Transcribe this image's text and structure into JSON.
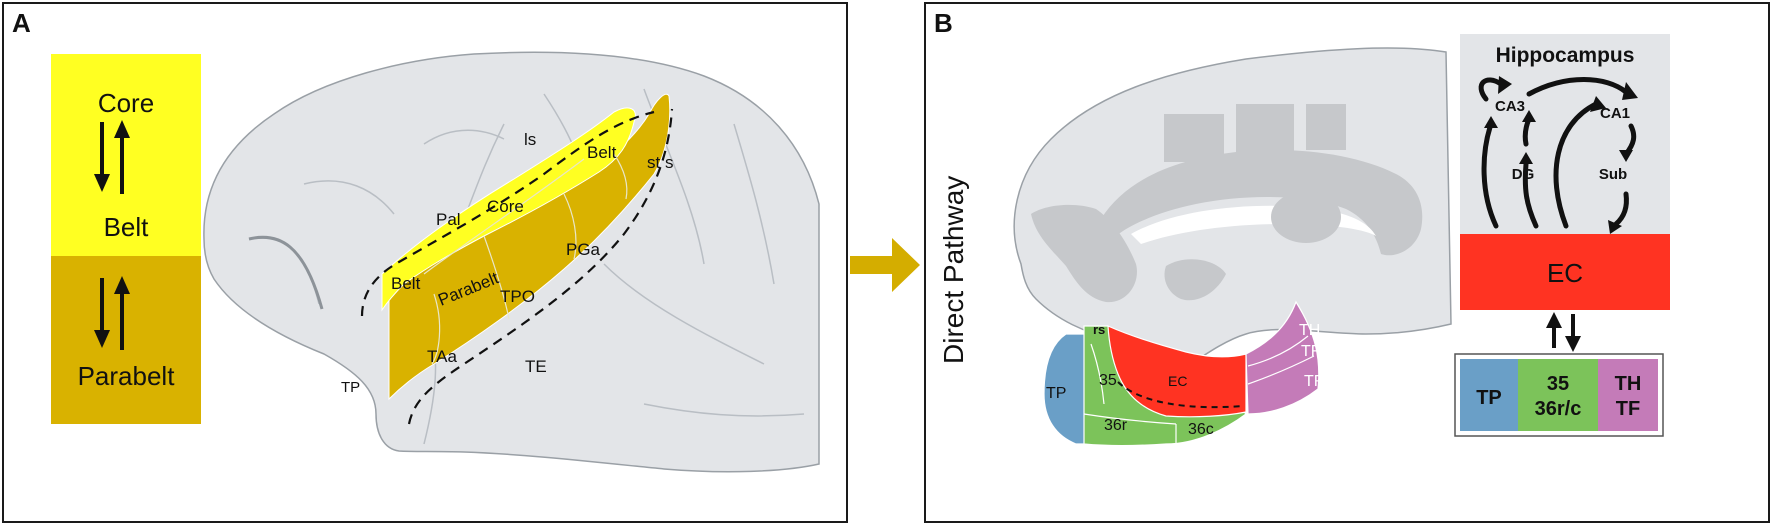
{
  "panels": {
    "a": {
      "letter": "A",
      "hierarchy": [
        "Core",
        "Belt",
        "Parabelt"
      ],
      "labels": {
        "ls": "ls",
        "belt_top": "Belt",
        "sts": "st s",
        "pal": "Pal",
        "core": "Core",
        "pga": "PGa",
        "belt_left": "Belt",
        "parabelt": "Parabelt",
        "tpo": "TPO",
        "taa": "TAa",
        "tp": "TP",
        "te": "TE"
      }
    },
    "b": {
      "letter": "B",
      "pathway_label": "Direct Pathway",
      "hippocampus": {
        "title": "Hippocampus",
        "nodes": {
          "ca3": "CA3",
          "ca1": "CA1",
          "dg": "DG",
          "sub": "Sub"
        }
      },
      "ec_label": "EC",
      "brain_labels": {
        "rs": "rs",
        "th": "TH",
        "tfm": "TFm",
        "tfl": "TFl",
        "tp": "TP",
        "a35": "35",
        "ec": "EC",
        "a36r": "36r",
        "a36c": "36c"
      },
      "legend": {
        "tp": "TP",
        "mid_line1": "35",
        "mid_line2": "36r/c",
        "right_line1": "TH",
        "right_line2": "TF"
      }
    }
  },
  "colors": {
    "core_yellow": "#ffff22",
    "parabelt_gold": "#d9b200",
    "ec_red": "#ff3322",
    "tp_blue": "#6a9fc7",
    "perirhinal_green": "#7cc35a",
    "th_purple": "#c47bb8",
    "brain_gray": "#e3e5e8",
    "arrow_gold": "#d4ad00"
  }
}
